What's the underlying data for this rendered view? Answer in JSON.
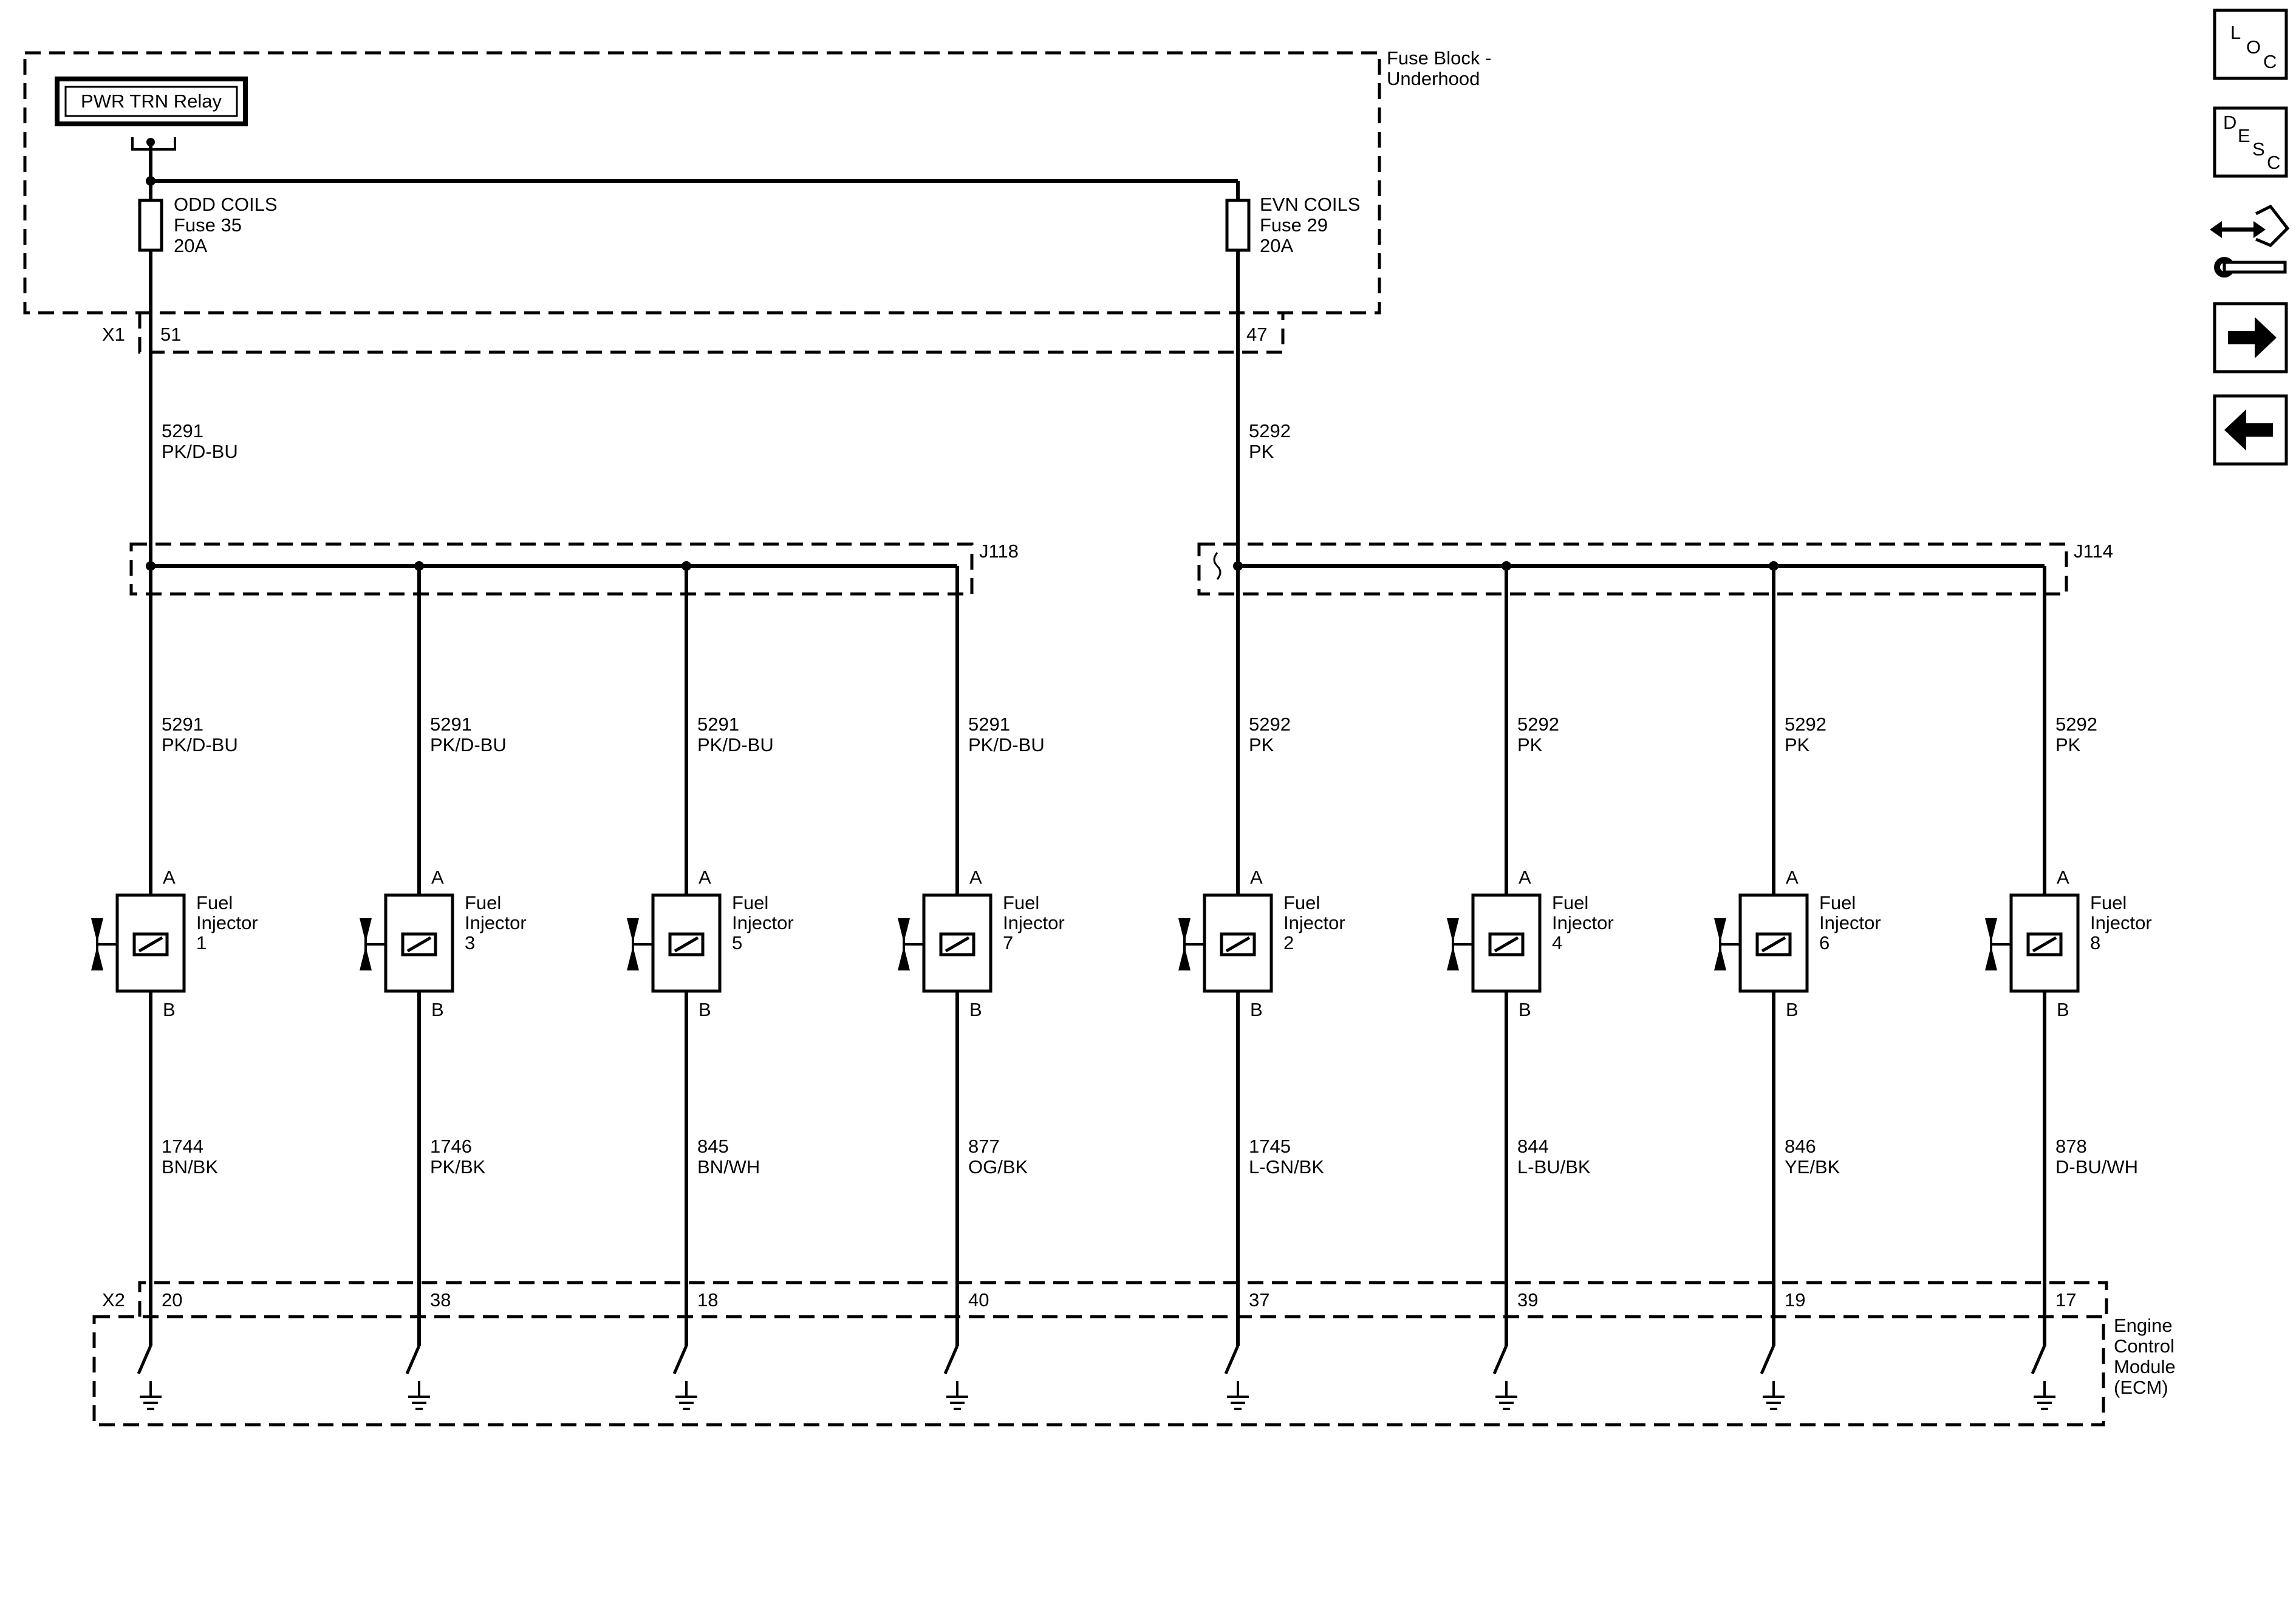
{
  "fuse_block": {
    "title_line1": "Fuse Block -",
    "title_line2": "Underhood",
    "relay_label": "PWR TRN Relay",
    "connector": "X1",
    "fuses": [
      {
        "name": "ODD COILS",
        "fuse": "Fuse 35",
        "rating": "20A",
        "pin": "51"
      },
      {
        "name": "EVN COILS",
        "fuse": "Fuse 29",
        "rating": "20A",
        "pin": "47"
      }
    ]
  },
  "feed_wires": [
    {
      "circuit": "5291",
      "color": "PK/D-BU"
    },
    {
      "circuit": "5292",
      "color": "PK"
    }
  ],
  "splices": [
    "J118",
    "J114"
  ],
  "injectors": [
    {
      "name": "Fuel",
      "name2": "Injector",
      "number": "1",
      "pin_a": "A",
      "pin_b": "B",
      "supply_circuit": "5291",
      "supply_color": "PK/D-BU",
      "control_circuit": "1744",
      "control_color": "BN/BK",
      "ecm_pin": "20"
    },
    {
      "name": "Fuel",
      "name2": "Injector",
      "number": "3",
      "pin_a": "A",
      "pin_b": "B",
      "supply_circuit": "5291",
      "supply_color": "PK/D-BU",
      "control_circuit": "1746",
      "control_color": "PK/BK",
      "ecm_pin": "38"
    },
    {
      "name": "Fuel",
      "name2": "Injector",
      "number": "5",
      "pin_a": "A",
      "pin_b": "B",
      "supply_circuit": "5291",
      "supply_color": "PK/D-BU",
      "control_circuit": "845",
      "control_color": "BN/WH",
      "ecm_pin": "18"
    },
    {
      "name": "Fuel",
      "name2": "Injector",
      "number": "7",
      "pin_a": "A",
      "pin_b": "B",
      "supply_circuit": "5291",
      "supply_color": "PK/D-BU",
      "control_circuit": "877",
      "control_color": "OG/BK",
      "ecm_pin": "40"
    },
    {
      "name": "Fuel",
      "name2": "Injector",
      "number": "2",
      "pin_a": "A",
      "pin_b": "B",
      "supply_circuit": "5292",
      "supply_color": "PK",
      "control_circuit": "1745",
      "control_color": "L-GN/BK",
      "ecm_pin": "37"
    },
    {
      "name": "Fuel",
      "name2": "Injector",
      "number": "4",
      "pin_a": "A",
      "pin_b": "B",
      "supply_circuit": "5292",
      "supply_color": "PK",
      "control_circuit": "844",
      "control_color": "L-BU/BK",
      "ecm_pin": "39"
    },
    {
      "name": "Fuel",
      "name2": "Injector",
      "number": "6",
      "pin_a": "A",
      "pin_b": "B",
      "supply_circuit": "5292",
      "supply_color": "PK",
      "control_circuit": "846",
      "control_color": "YE/BK",
      "ecm_pin": "19"
    },
    {
      "name": "Fuel",
      "name2": "Injector",
      "number": "8",
      "pin_a": "A",
      "pin_b": "B",
      "supply_circuit": "5292",
      "supply_color": "PK",
      "control_circuit": "878",
      "control_color": "D-BU/WH",
      "ecm_pin": "17"
    }
  ],
  "ecm": {
    "connector": "X2",
    "line1": "Engine",
    "line2": "Control",
    "line3": "Module",
    "line4": "(ECM)"
  },
  "nav": {
    "loc": {
      "l": "L",
      "o": "O",
      "c": "C"
    },
    "desc": {
      "d": "D",
      "e": "E",
      "s": "S",
      "c": "C"
    },
    "buttons": [
      {
        "icon": "connector-service-icon"
      },
      {
        "icon": "arrow-right-icon"
      },
      {
        "icon": "arrow-left-icon"
      }
    ]
  }
}
